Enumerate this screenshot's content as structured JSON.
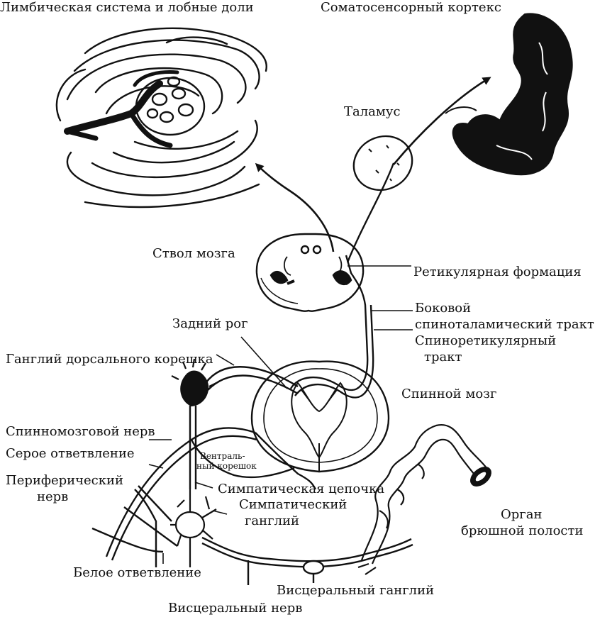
{
  "labels": {
    "limbic": "Лимбическая система и лобные доли",
    "somatosensory": "Соматосенсорный кортекс",
    "thalamus": "Таламус",
    "brainstem": "Ствол мозга",
    "reticular": "Ретикулярная формация",
    "lateral_tract_1": "Боковой",
    "lateral_tract_2": "спиноталамический тракт",
    "spinoreticular_1": "Спиноретикулярный",
    "spinoreticular_2": "тракт",
    "dorsal_horn": "Задний рог",
    "drg": "Ганглий дорсального корешка",
    "spinal_cord": "Спинной мозг",
    "spinal_nerve": "Спинномозговой нерв",
    "gray_ramus": "Серое ответвление",
    "peripheral_nerve_1": "Периферический",
    "peripheral_nerve_2": "нерв",
    "ventral_root_1": "Вентраль-",
    "ventral_root_2": "ный корешок",
    "sympathetic_chain": "Симпатическая цепочка",
    "sympathetic_ganglion_1": "Симпатический",
    "sympathetic_ganglion_2": "ганглий",
    "organ_1": "Орган",
    "organ_2": "брюшной полости",
    "white_ramus": "Белое ответвление",
    "visceral_ganglion": "Висцеральный ганглий",
    "visceral_nerve": "Висцеральный нерв"
  },
  "colors": {
    "ink": "#111111",
    "background": "#ffffff"
  }
}
